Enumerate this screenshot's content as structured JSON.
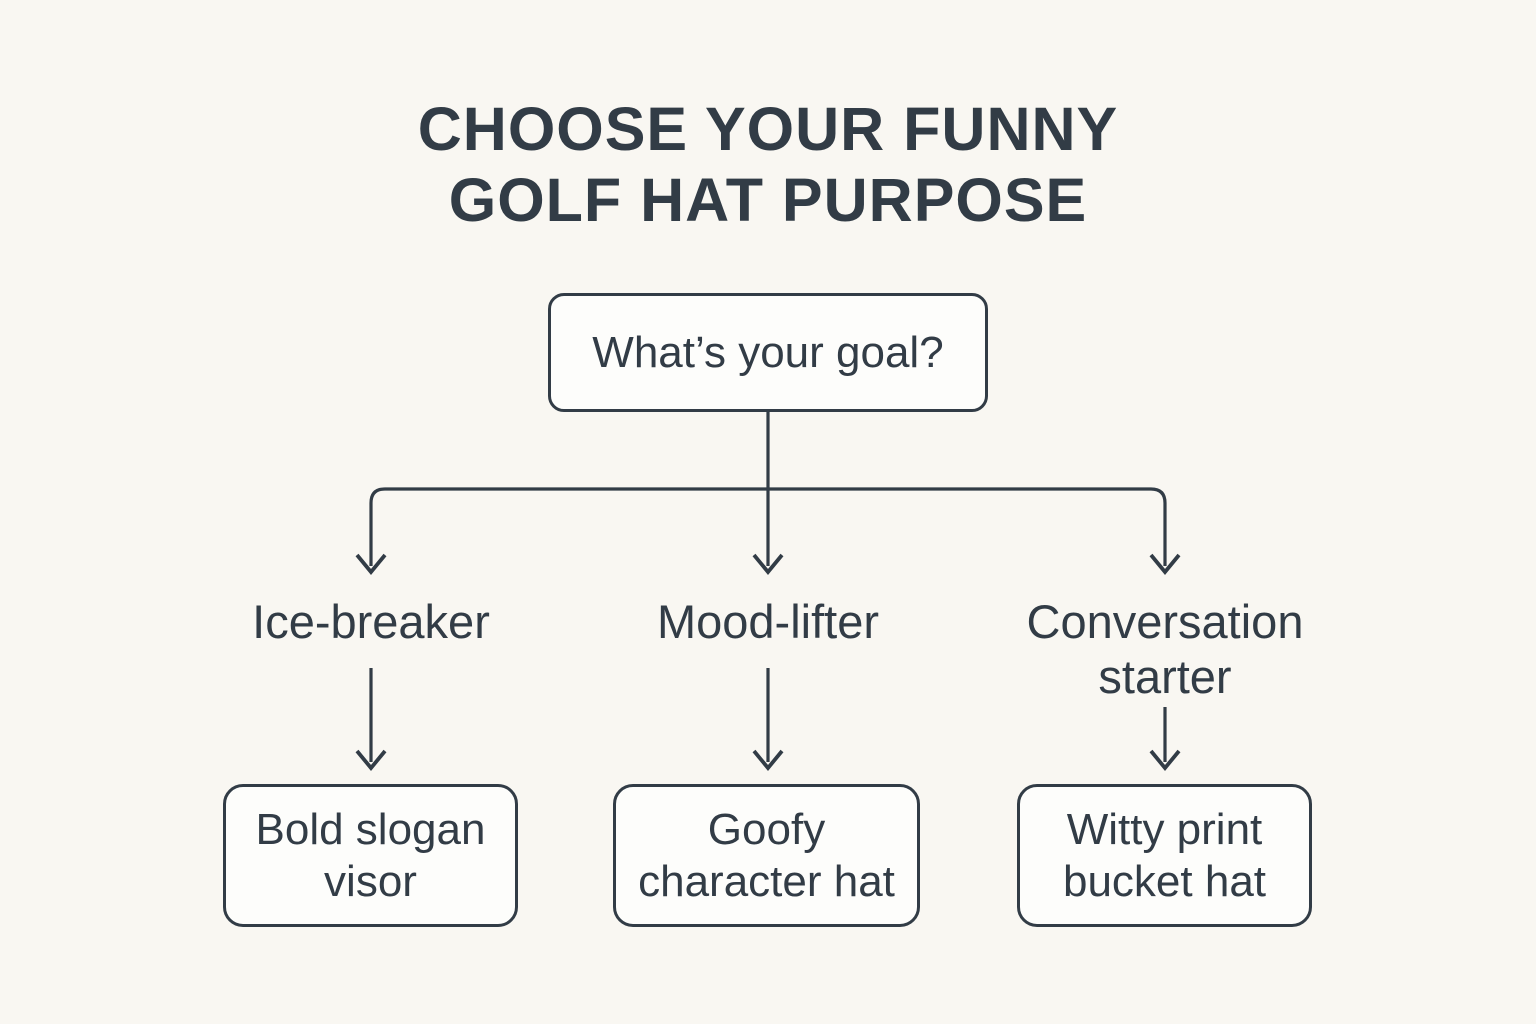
{
  "title": {
    "lines": [
      "CHOOSE YOUR FUNNY",
      "GOLF HAT PURPOSE"
    ]
  },
  "root": {
    "label": "What’s your goal?"
  },
  "branches": [
    {
      "label": "Ice-breaker",
      "label_lines": [
        "Ice-breaker"
      ],
      "result": "Bold slogan visor",
      "result_lines": [
        "Bold slogan",
        "visor"
      ]
    },
    {
      "label": "Mood-lifter",
      "label_lines": [
        "Mood-lifter"
      ],
      "result": "Goofy character hat",
      "result_lines": [
        "Goofy",
        "character hat"
      ]
    },
    {
      "label": "Conversation starter",
      "label_lines": [
        "Conversation",
        "starter"
      ],
      "result": "Witty print bucket hat",
      "result_lines": [
        "Witty print",
        "bucket hat"
      ]
    }
  ],
  "colors": {
    "background": "#f9f7f2",
    "stroke": "#323c46",
    "text": "#323c46",
    "node_fill": "#fdfdfb"
  }
}
